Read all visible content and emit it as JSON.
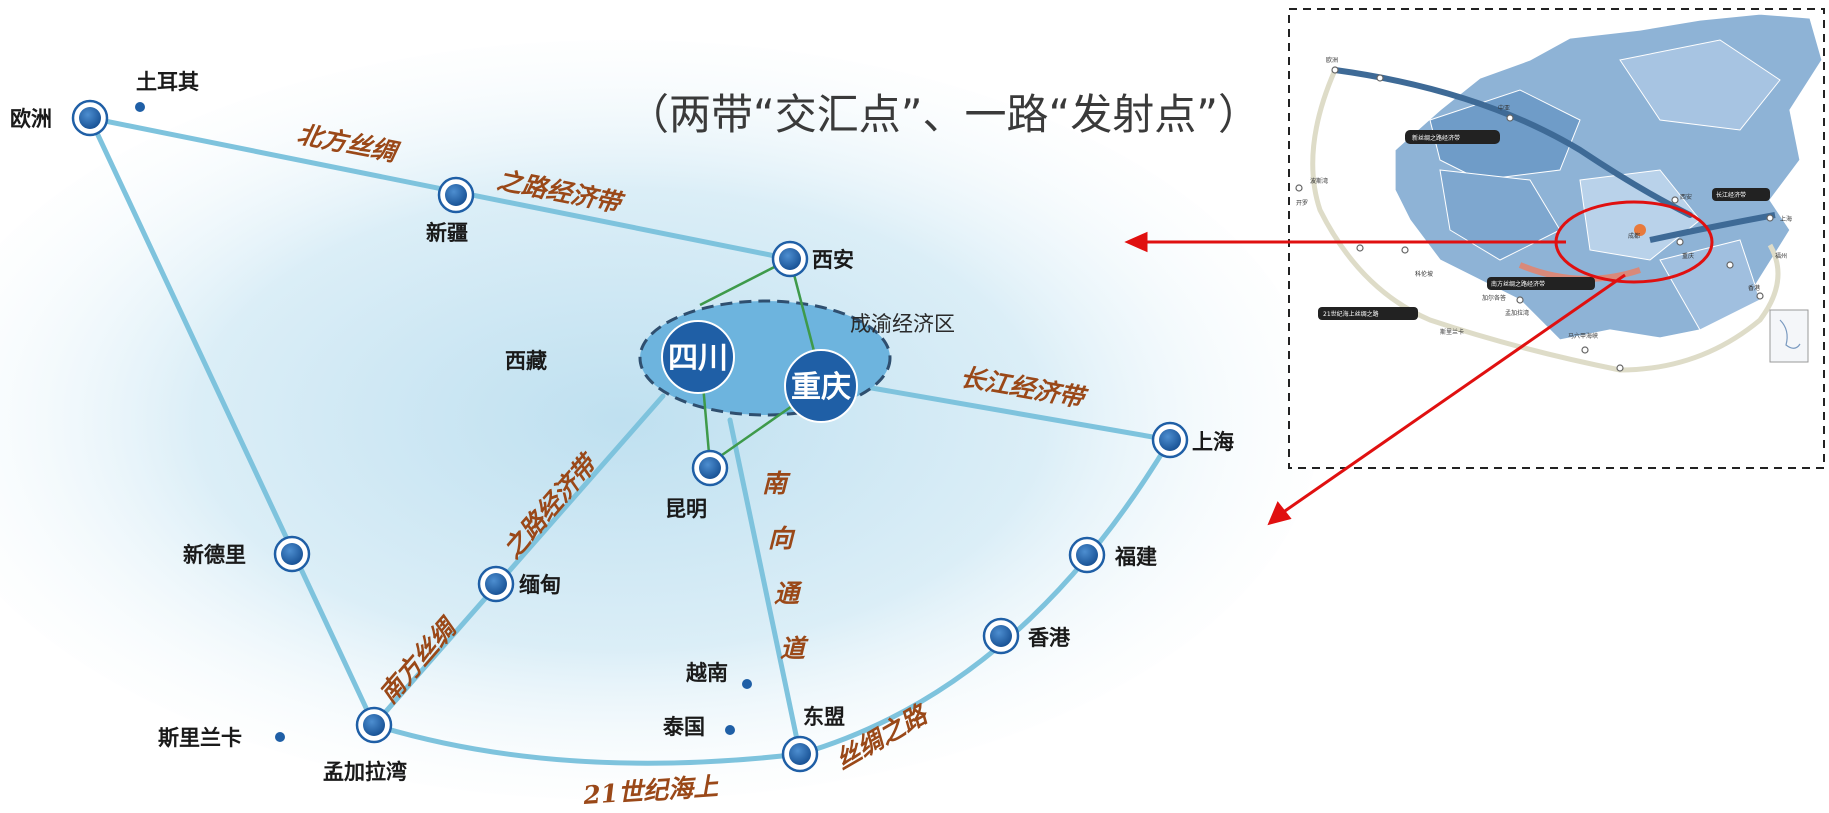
{
  "title": "（两带“交汇点”、一路“发射点”）",
  "cities": {
    "europe": "欧洲",
    "turkey": "土耳其",
    "xinjiang": "新疆",
    "xian": "西安",
    "tibet": "西藏",
    "sichuan": "四川",
    "chongqing": "重庆",
    "shanghai": "上海",
    "kunming": "昆明",
    "new_delhi": "新德里",
    "myanmar": "缅甸",
    "fujian": "福建",
    "hongkong": "香港",
    "vietnam": "越南",
    "thailand": "泰国",
    "asean": "东盟",
    "sri_lanka": "斯里兰卡",
    "bay_of_bengal": "孟加拉湾"
  },
  "zones": {
    "chengyu": "成渝经济区"
  },
  "routes": {
    "north_silk_a": "北方丝绸",
    "north_silk_b": "之路经济带",
    "south_silk_a": "南方丝绸",
    "south_silk_b": "之路经济带",
    "yangtze": "长江经济带",
    "south_channel": [
      "南",
      "向",
      "通",
      "道"
    ],
    "maritime_a": "21世纪海上",
    "maritime_b": "丝绸之路"
  },
  "inset": {
    "labels": {
      "europe": "欧洲",
      "zhongya": "中亚",
      "new_silk_belt": "新丝绸之路经济带",
      "persian_gulf": "波斯湾",
      "cairo": "开罗",
      "xian": "西安",
      "yangtze_belt": "长江经济带",
      "chengdu": "成都",
      "chongqing": "重庆",
      "shanghai": "上海",
      "south_silk_belt": "南方丝绸之路经济带",
      "kolkata": "加尔各答",
      "colombo": "科伦坡",
      "bay_of_bengal": "孟加拉湾",
      "srilanka": "斯里兰卡",
      "maritime": "21世纪海上丝绸之路",
      "malacca": "马六甲海峡",
      "hongkong": "香港",
      "fuzhou": "福州"
    }
  },
  "colors": {
    "line_blue": "#7ec3dd",
    "node_blue": "#1f5fa6",
    "route_text": "#9a4818",
    "highlight_red": "#e01010"
  }
}
